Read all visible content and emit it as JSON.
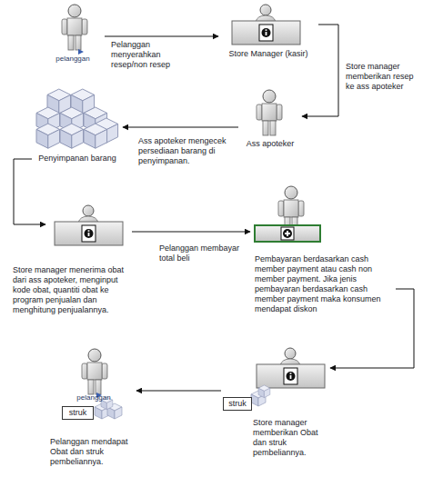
{
  "diagram": {
    "nodes": [
      {
        "text": [
          "pelanggan"
        ]
      },
      {
        "text": [
          "Store Manager (kasir)"
        ]
      },
      {
        "text": [
          "Ass apoteker"
        ]
      },
      {
        "text": [
          "Penyimpanan barang"
        ]
      },
      {
        "text": [
          "Store manager menerima obat dari ass apoteker, menginput kode obat, quantiti obat ke program penjualan dan menghitung penjualannya."
        ]
      },
      {
        "text": [
          "Pembayaran berdasarkan cash member payment atau cash non member payment. Jika jenis pembayaran berdasarkan cash member payment maka konsumen mendapat diskon"
        ]
      },
      {
        "text": [
          "Store manager memberikan Obat dan struk pembeliannya."
        ]
      },
      {
        "text": [
          "struk"
        ],
        "in": 6
      },
      {
        "text": [
          "pelanggan",
          "Pelanggan mendapat Obat dan struk pembeliannya."
        ]
      },
      {
        "text": [
          "struk"
        ],
        "in": 8
      }
    ],
    "edges": [
      {
        "from": 0,
        "to": 1,
        "arrow": "to",
        "label": "Pelanggan menyerahkan resep/non resep"
      },
      {
        "from": 1,
        "to": 2,
        "arrow": "to",
        "label": "Store manager memberikan resep ke ass apoteker"
      },
      {
        "from": 2,
        "to": 3,
        "arrow": "to",
        "label": "Ass apoteker mengecek persediaan barang di penyimpanan."
      },
      {
        "from": 3,
        "to": 4,
        "arrow": "to"
      },
      {
        "from": 4,
        "to": 5,
        "arrow": "to",
        "label": "Pelanggan membayar total beli"
      },
      {
        "from": 5,
        "to": 6,
        "arrow": "to"
      },
      {
        "from": 6,
        "to": 8,
        "arrow": "to"
      }
    ]
  }
}
